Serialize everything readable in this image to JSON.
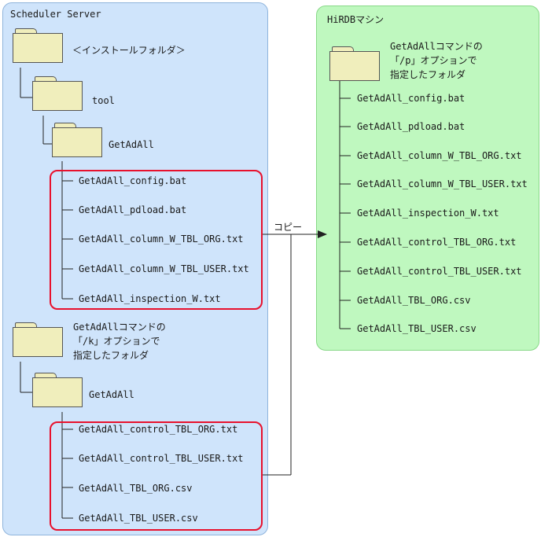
{
  "scheduler": {
    "title": "Scheduler Server",
    "install_folder": "＜インストールフォルダ＞",
    "tool_folder": "tool",
    "getadall_folder": "GetAdAll",
    "config_files": [
      "GetAdAll_config.bat",
      "GetAdAll_pdload.bat",
      "GetAdAll_column_W_TBL_ORG.txt",
      "GetAdAll_column_W_TBL_USER.txt",
      "GetAdAll_inspection_W.txt"
    ],
    "k_folder_label": "GetAdAllコマンドの\n「/k」オプションで\n指定したフォルダ",
    "k_subfolder": "GetAdAll",
    "output_files": [
      "GetAdAll_control_TBL_ORG.txt",
      "GetAdAll_control_TBL_USER.txt",
      "GetAdAll_TBL_ORG.csv",
      "GetAdAll_TBL_USER.csv"
    ]
  },
  "copy_label": "コピー",
  "hirdb": {
    "title": "HiRDBマシン",
    "p_folder_label": "GetAdAllコマンドの\n「/p」オプションで\n指定したフォルダ",
    "files": [
      "GetAdAll_config.bat",
      "GetAdAll_pdload.bat",
      "GetAdAll_column_W_TBL_ORG.txt",
      "GetAdAll_column_W_TBL_USER.txt",
      "GetAdAll_inspection_W.txt",
      "GetAdAll_control_TBL_ORG.txt",
      "GetAdAll_control_TBL_USER.txt",
      "GetAdAll_TBL_ORG.csv",
      "GetAdAll_TBL_USER.csv"
    ]
  },
  "colors": {
    "left_panel": "#cfe4fb",
    "right_panel": "#bff8bf",
    "folder_fill": "#f0eebc",
    "highlight": "#e8112d"
  }
}
